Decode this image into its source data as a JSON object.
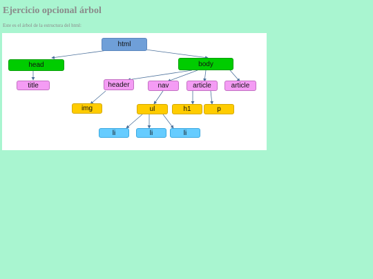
{
  "page": {
    "title": "Ejercicio opcional árbol",
    "intro": "Este es el árbol de la estructura del html:"
  },
  "tree": {
    "html": "html",
    "head": "head",
    "body": "body",
    "title": "title",
    "header": "header",
    "nav": "nav",
    "article_1": "article",
    "article_2": "article",
    "img": "img",
    "ul": "ul",
    "h1": "h1",
    "p": "p",
    "li_1": "li",
    "li_2": "li",
    "li_3": "li"
  },
  "colors": {
    "background": "#a9f5d0",
    "root": "#6f9fd8",
    "level1": "#00cc00",
    "level2": "#f49cf4",
    "level3": "#ffcc00",
    "level4": "#66ccff",
    "connector": "#4a6f9a"
  }
}
